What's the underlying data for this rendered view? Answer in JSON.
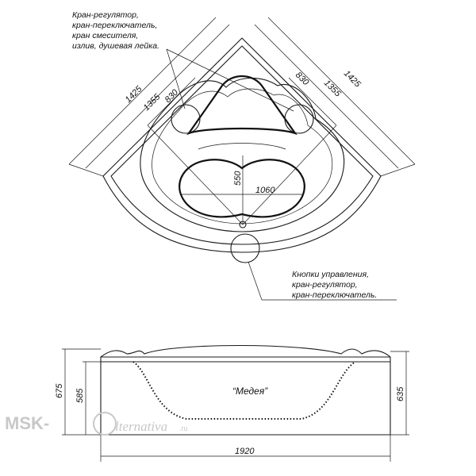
{
  "top_view": {
    "dims": {
      "left_outer": "1425",
      "left_inner": "1355",
      "left_short": "830",
      "right_outer": "1425",
      "right_inner": "1355",
      "right_short": "830",
      "inner_width": "1060",
      "inner_depth": "550"
    },
    "note_top": [
      "Кран-регулятор,",
      "кран-переключатель,",
      "кран смесителя,",
      "излив, душевая лейка."
    ],
    "note_bottom": [
      "Кнопки управления,",
      "кран-регулятор,",
      "кран-переключатель."
    ]
  },
  "side_view": {
    "model_name": "“Медея”",
    "dims": {
      "height_total": "675",
      "height_body": "585",
      "height_right": "635",
      "length": "1920"
    }
  },
  "watermark": {
    "brand": "MSK-",
    "script": "lternativa",
    "suffix": ".ru"
  }
}
